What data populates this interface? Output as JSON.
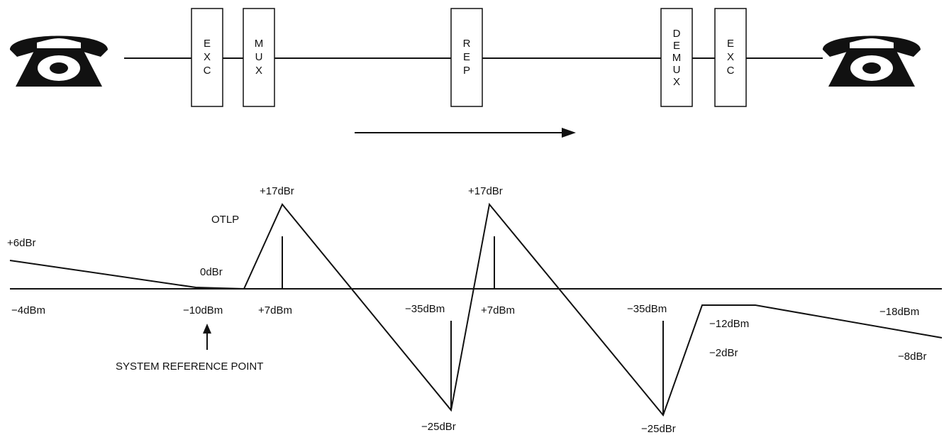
{
  "blocks": {
    "exc_left": "EXC",
    "mux": "MUX",
    "rep": "REP",
    "demux": "DEMUX",
    "exc_right": "EXC"
  },
  "labels": {
    "plus6_dbr": "+6dBr",
    "minus4_dbm": "−4dBm",
    "otlp": "OTLP",
    "zero_dbr": "0dBr",
    "minus10_dbm": "−10dBm",
    "system_reference_point": "SYSTEM REFERENCE POINT",
    "plus17_dbr_1": "+17dBr",
    "plus7_dbm_1": "+7dBm",
    "minus35_dbm_1": "−35dBm",
    "minus25_dbr_1": "−25dBr",
    "plus17_dbr_2": "+17dBr",
    "plus7_dbm_2": "+7dBm",
    "minus35_dbm_2": "−35dBm",
    "minus25_dbr_2": "−25dBr",
    "minus12_dbm": "−12dBm",
    "minus2_dbr": "−2dBr",
    "minus18_dbm": "−18dBm",
    "minus8_dbr": "−8dBr"
  },
  "icons": {
    "left_terminal": "telephone-icon",
    "right_terminal": "telephone-icon",
    "direction": "arrow-right-icon",
    "reference_marker": "arrow-up-icon"
  }
}
